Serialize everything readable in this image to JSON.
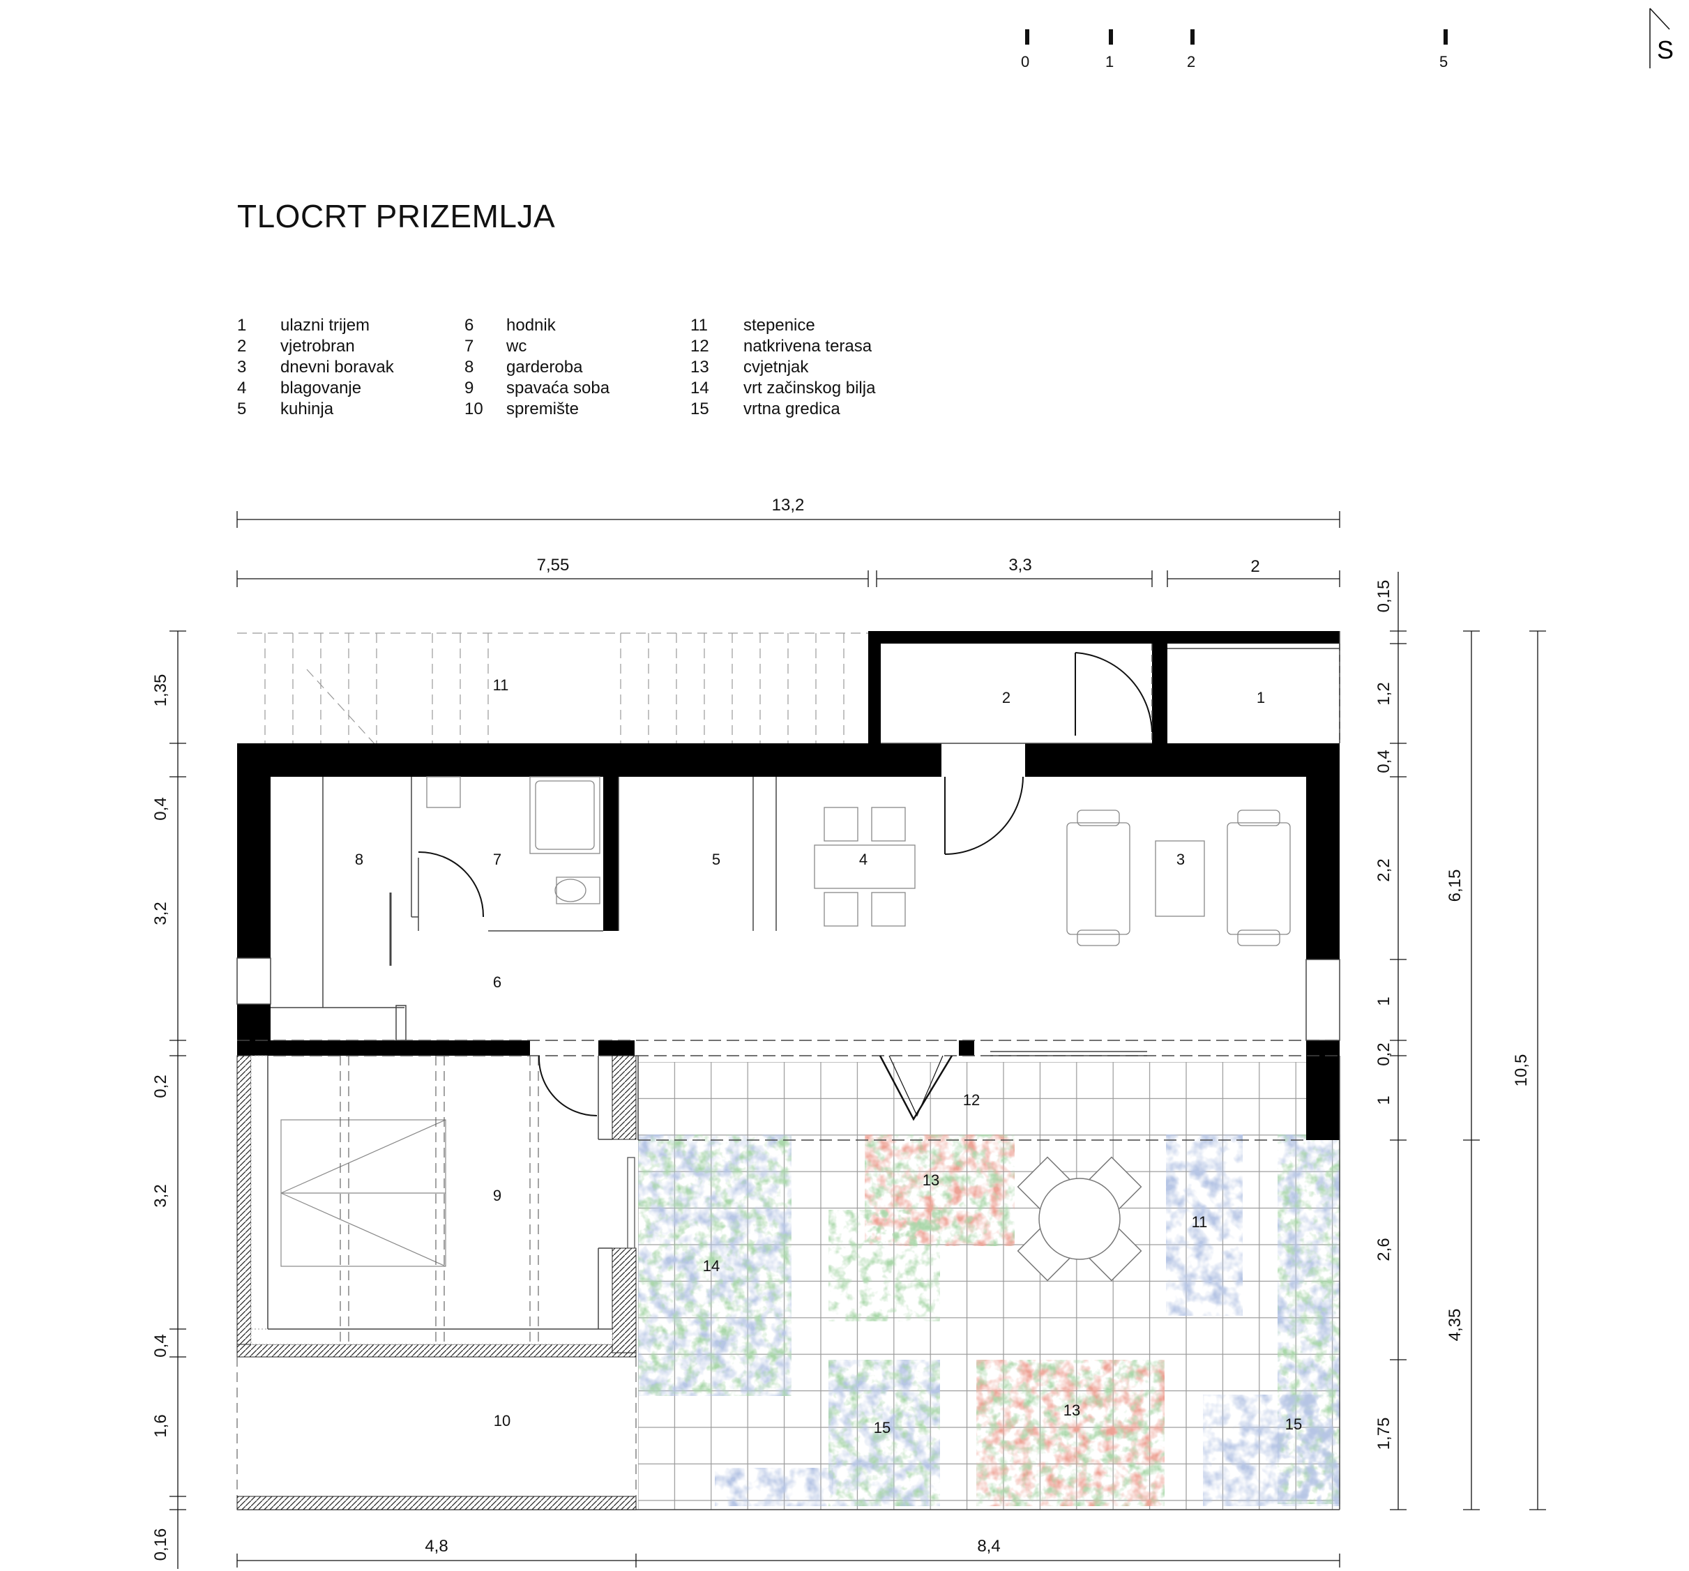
{
  "title": "TLOCRT PRIZEMLJA",
  "north_label": "S",
  "scale_bar": [
    "0",
    "1",
    "2",
    "5"
  ],
  "legend": [
    {
      "num": "1",
      "label": "ulazni trijem"
    },
    {
      "num": "2",
      "label": "vjetrobran"
    },
    {
      "num": "3",
      "label": "dnevni boravak"
    },
    {
      "num": "4",
      "label": "blagovanje"
    },
    {
      "num": "5",
      "label": "kuhinja"
    },
    {
      "num": "6",
      "label": "hodnik"
    },
    {
      "num": "7",
      "label": "wc"
    },
    {
      "num": "8",
      "label": "garderoba"
    },
    {
      "num": "9",
      "label": "spavaća soba"
    },
    {
      "num": "10",
      "label": "spremište"
    },
    {
      "num": "11",
      "label": "stepenice"
    },
    {
      "num": "12",
      "label": "natkrivena terasa"
    },
    {
      "num": "13",
      "label": "cvjetnjak"
    },
    {
      "num": "14",
      "label": "vrt začinskog bilja"
    },
    {
      "num": "15",
      "label": "vrtna gredica"
    }
  ],
  "dimensions": {
    "top_total": "13,2",
    "top_a": "7,55",
    "top_b": "3,3",
    "top_c": "2",
    "bottom_a": "4,8",
    "bottom_b": "8,4",
    "left": [
      "1,35",
      "0,4",
      "3,2",
      "0,2",
      "3,2",
      "0,4",
      "1,6",
      "0,16"
    ],
    "right_inner": [
      "0,15",
      "1,2",
      "0,4",
      "2,2",
      "1",
      "0,2",
      "1",
      "2,6",
      "1,75"
    ],
    "right_mid": [
      "6,15",
      "4,35"
    ],
    "right_outer": "10,5"
  },
  "room_labels": [
    "1",
    "2",
    "3",
    "4",
    "5",
    "6",
    "7",
    "8",
    "9",
    "10",
    "11",
    "12",
    "13",
    "14",
    "11",
    "13",
    "15",
    "15"
  ],
  "colors": {
    "wall": "#000000",
    "herb_blue": "#7f93c4",
    "herb_green": "#6fae6a",
    "flower_red": "#d9634f",
    "grid": "#9a9a9a"
  }
}
